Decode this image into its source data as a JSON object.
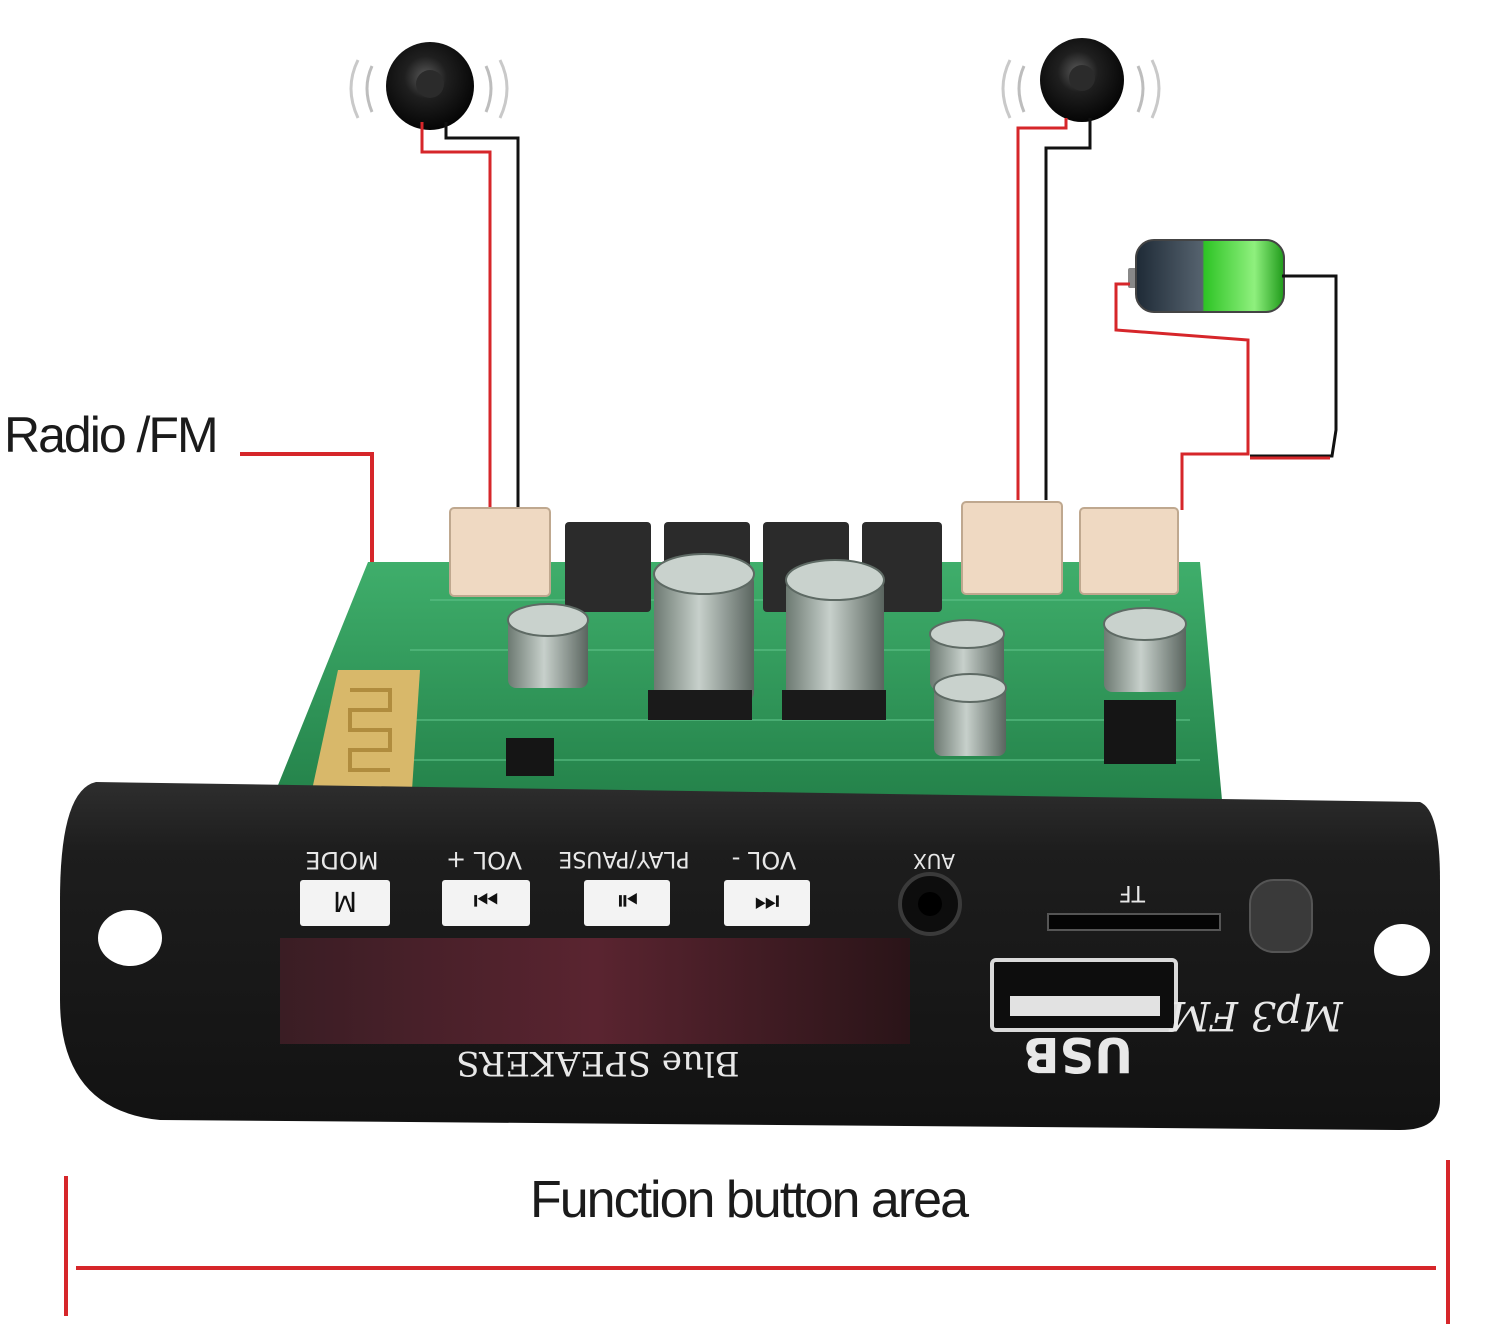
{
  "callouts": {
    "radio_fm": "Radio /FM",
    "function_area": "Function button area"
  },
  "panel": {
    "buttons": [
      {
        "label": "MODE",
        "glyph": "M"
      },
      {
        "label": "VOL +",
        "glyph": "⏭"
      },
      {
        "label": "PLAY/PAUSE",
        "glyph": "⏯"
      },
      {
        "label": "VOL -",
        "glyph": "⏮"
      }
    ],
    "aux_label": "AUX",
    "tf_label": "TF",
    "usb_label": "USB",
    "brand_text": "Blue   SPEAKERS",
    "logo_text": "Mp3 FM"
  },
  "colors": {
    "wire_red": "#d6262a",
    "wire_black": "#111111",
    "pcb_green": "#2f9a5a",
    "panel_black": "#1c1c1c",
    "battery_green": "#3fd13a"
  },
  "icons": [
    "speaker-icon",
    "battery-icon",
    "bluetooth-antenna-icon"
  ]
}
